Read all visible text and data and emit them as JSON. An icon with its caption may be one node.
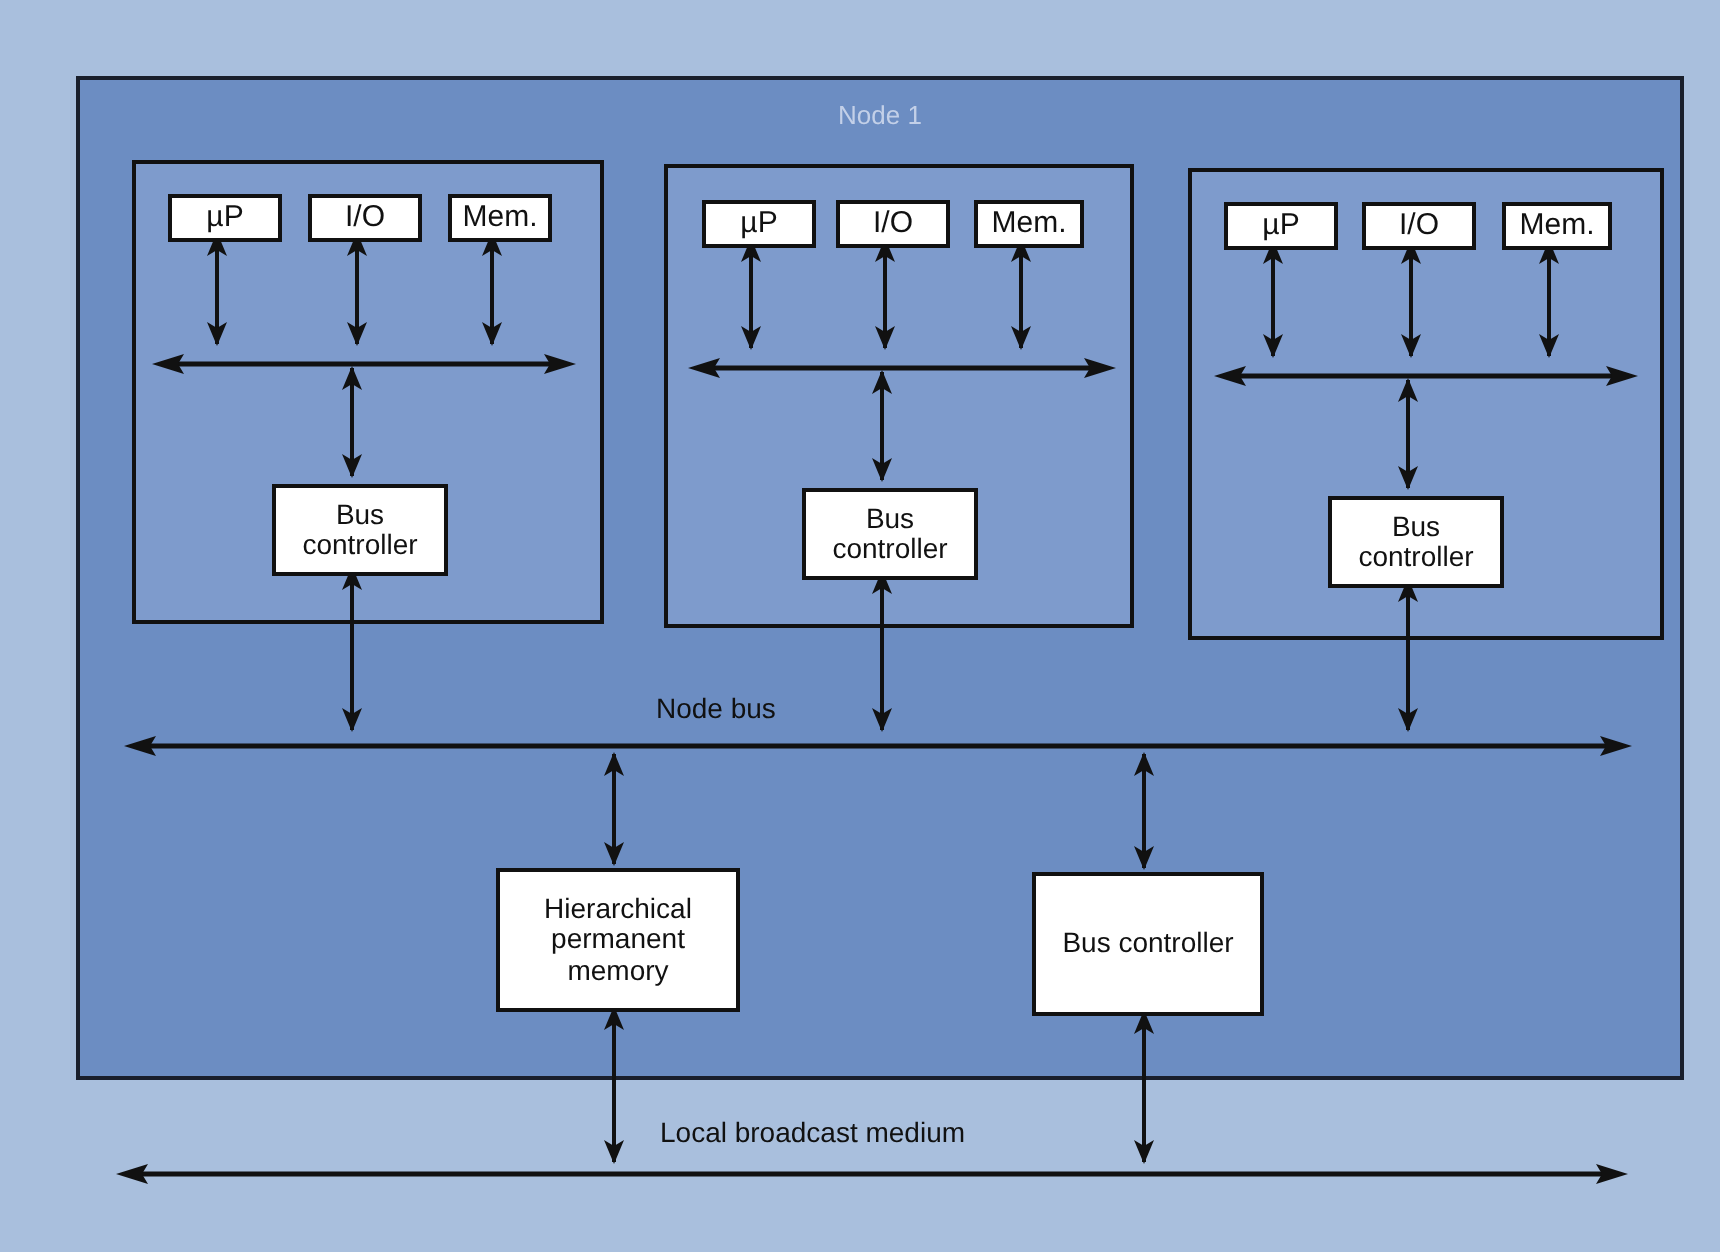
{
  "diagram": {
    "nodes": [
      {
        "text": [
          "Node 1"
        ]
      },
      {
        "text": [],
        "shape": "box",
        "in": 0
      },
      {
        "text": [
          "µP"
        ],
        "in": 1
      },
      {
        "text": [
          "I/O"
        ],
        "in": 1
      },
      {
        "text": [
          "Mem."
        ],
        "in": 1
      },
      {
        "text": [],
        "shape": "bar",
        "in": 1
      },
      {
        "text": [
          "Bus controller"
        ],
        "in": 1
      },
      {
        "text": [],
        "shape": "box",
        "in": 0
      },
      {
        "text": [
          "µP"
        ],
        "in": 7
      },
      {
        "text": [
          "I/O"
        ],
        "in": 7
      },
      {
        "text": [
          "Mem."
        ],
        "in": 7
      },
      {
        "text": [],
        "shape": "bar",
        "in": 7
      },
      {
        "text": [
          "Bus controller"
        ],
        "in": 7
      },
      {
        "text": [],
        "shape": "box",
        "in": 0
      },
      {
        "text": [
          "µP"
        ],
        "in": 13
      },
      {
        "text": [
          "I/O"
        ],
        "in": 13
      },
      {
        "text": [
          "Mem."
        ],
        "in": 13
      },
      {
        "text": [],
        "shape": "bar",
        "in": 13
      },
      {
        "text": [
          "Bus controller"
        ],
        "in": 13
      },
      {
        "text": [],
        "shape": "bar",
        "in": 0,
        "beside": [
          "Node bus"
        ]
      },
      {
        "text": [
          "Hierarchical permanent memory"
        ],
        "in": 0
      },
      {
        "text": [
          "Bus controller"
        ],
        "in": 0
      },
      {
        "text": [],
        "shape": "bar",
        "beside": [
          "Local broadcast medium"
        ]
      }
    ],
    "edges": [
      {
        "from": 2,
        "to": 5,
        "arrow": "both"
      },
      {
        "from": 3,
        "to": 5,
        "arrow": "both"
      },
      {
        "from": 4,
        "to": 5,
        "arrow": "both"
      },
      {
        "from": 5,
        "to": 6,
        "arrow": "both"
      },
      {
        "from": 6,
        "to": 19,
        "arrow": "both"
      },
      {
        "from": 8,
        "to": 11,
        "arrow": "both"
      },
      {
        "from": 9,
        "to": 11,
        "arrow": "both"
      },
      {
        "from": 10,
        "to": 11,
        "arrow": "both"
      },
      {
        "from": 11,
        "to": 12,
        "arrow": "both"
      },
      {
        "from": 12,
        "to": 19,
        "arrow": "both"
      },
      {
        "from": 14,
        "to": 17,
        "arrow": "both"
      },
      {
        "from": 15,
        "to": 17,
        "arrow": "both"
      },
      {
        "from": 16,
        "to": 17,
        "arrow": "both"
      },
      {
        "from": 17,
        "to": 18,
        "arrow": "both"
      },
      {
        "from": 18,
        "to": 19,
        "arrow": "both"
      },
      {
        "from": 19,
        "to": 20,
        "arrow": "both"
      },
      {
        "from": 19,
        "to": 21,
        "arrow": "both"
      },
      {
        "from": 20,
        "to": 22,
        "arrow": "both"
      },
      {
        "from": 21,
        "to": 22,
        "arrow": "both"
      }
    ]
  }
}
